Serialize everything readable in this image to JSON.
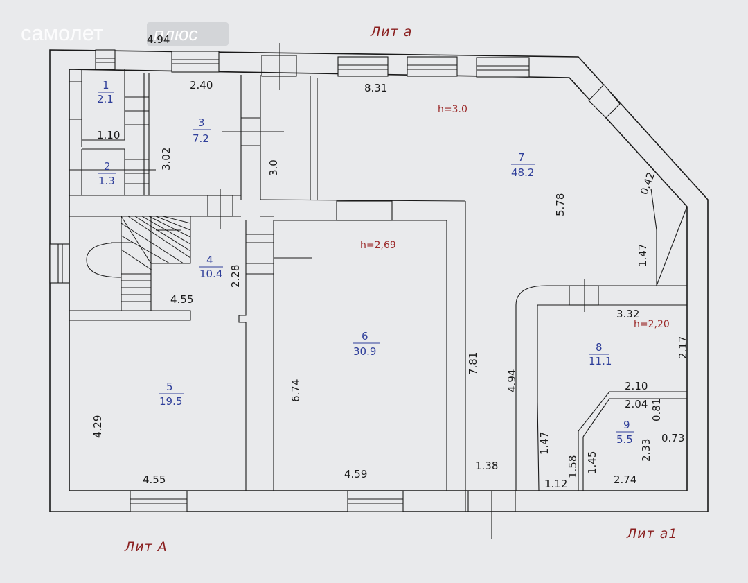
{
  "watermark": {
    "brand": "самолет",
    "badge": "плюс"
  },
  "labels": {
    "lit_top": "Лит а",
    "lit_bottom_left": "Лит А",
    "lit_bottom_right": "Лит а1"
  },
  "heights": {
    "room7": "h=3.0",
    "room6": "h=2,69",
    "room8": "h=2,20"
  },
  "rooms": [
    {
      "num": "1",
      "area": "2.1"
    },
    {
      "num": "2",
      "area": "1.3"
    },
    {
      "num": "3",
      "area": "7.2"
    },
    {
      "num": "4",
      "area": "10.4"
    },
    {
      "num": "5",
      "area": "19.5"
    },
    {
      "num": "6",
      "area": "30.9"
    },
    {
      "num": "7",
      "area": "48.2"
    },
    {
      "num": "8",
      "area": "11.1"
    },
    {
      "num": "9",
      "area": "5.5"
    }
  ],
  "dims": {
    "d494top": "4.94",
    "d240": "2.40",
    "d831": "8.31",
    "d110": "1.10",
    "d302": "3.02",
    "d30": "3.0",
    "d042": "0.42",
    "d578": "5.78",
    "d147a": "1.47",
    "d228": "2.28",
    "d455a": "4.55",
    "d332": "3.32",
    "d217": "2.17",
    "d674": "6.74",
    "d781": "7.81",
    "d494b": "4.94",
    "d429": "4.29",
    "d210": "2.10",
    "d204": "2.04",
    "d081": "0.81",
    "d073": "0.73",
    "d233": "2.33",
    "d147b": "1.47",
    "d158": "1.58",
    "d145": "1.45",
    "d455b": "4.55",
    "d459": "4.59",
    "d138": "1.38",
    "d112": "1.12",
    "d274": "2.74"
  }
}
